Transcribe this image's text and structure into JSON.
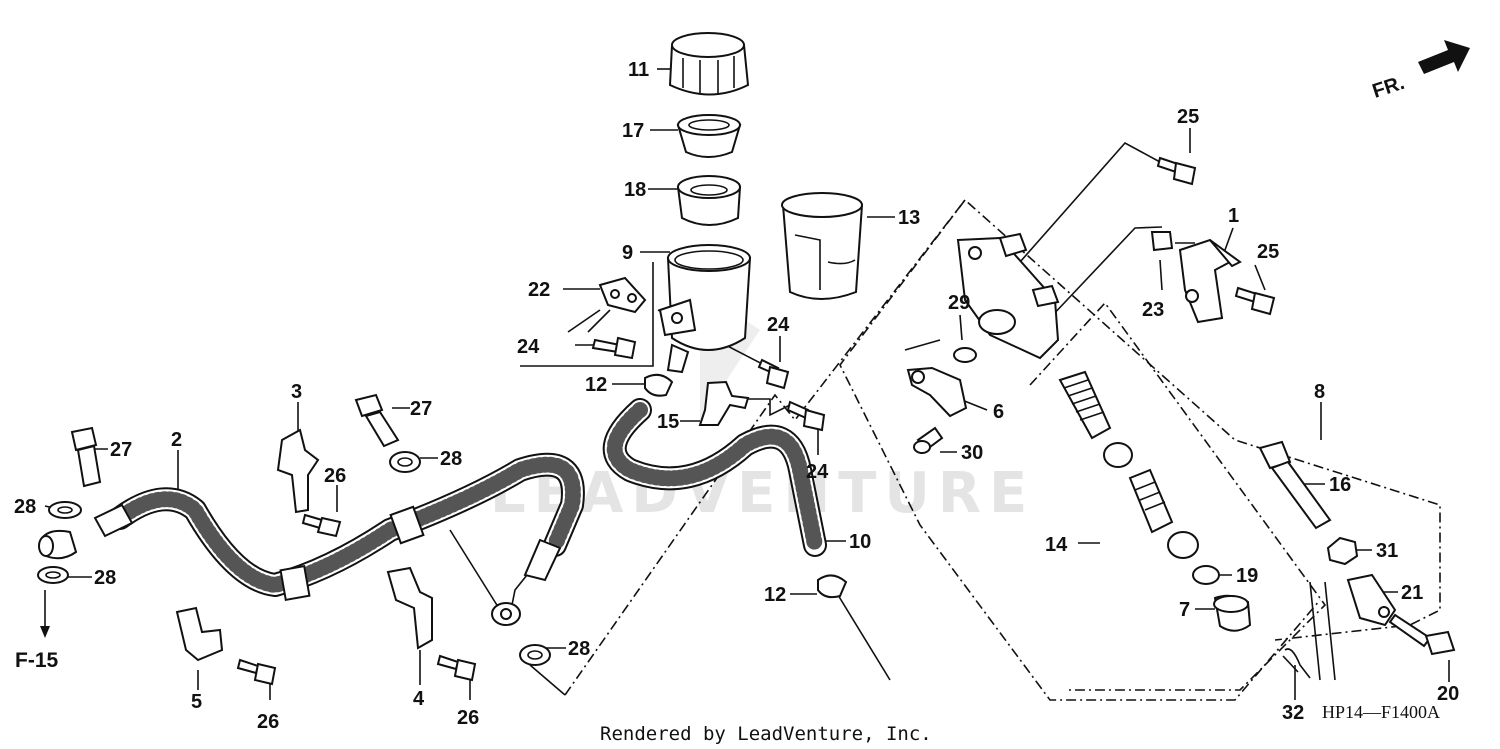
{
  "diagram": {
    "watermark": "LEADVENTURE",
    "direction_label": "FR.",
    "reference_label": "F-15",
    "diagram_code": "HP14—F1400A",
    "credit": "Rendered by LeadVenture, Inc."
  },
  "callouts": [
    "11",
    "17",
    "18",
    "13",
    "9",
    "22",
    "24",
    "12",
    "15",
    "24",
    "24",
    "10",
    "12",
    "25",
    "1",
    "25",
    "23",
    "29",
    "6",
    "30",
    "8",
    "16",
    "31",
    "21",
    "20",
    "32",
    "14",
    "19",
    "7",
    "2",
    "3",
    "27",
    "27",
    "28",
    "28",
    "28",
    "28",
    "26",
    "26",
    "26",
    "5",
    "4"
  ]
}
